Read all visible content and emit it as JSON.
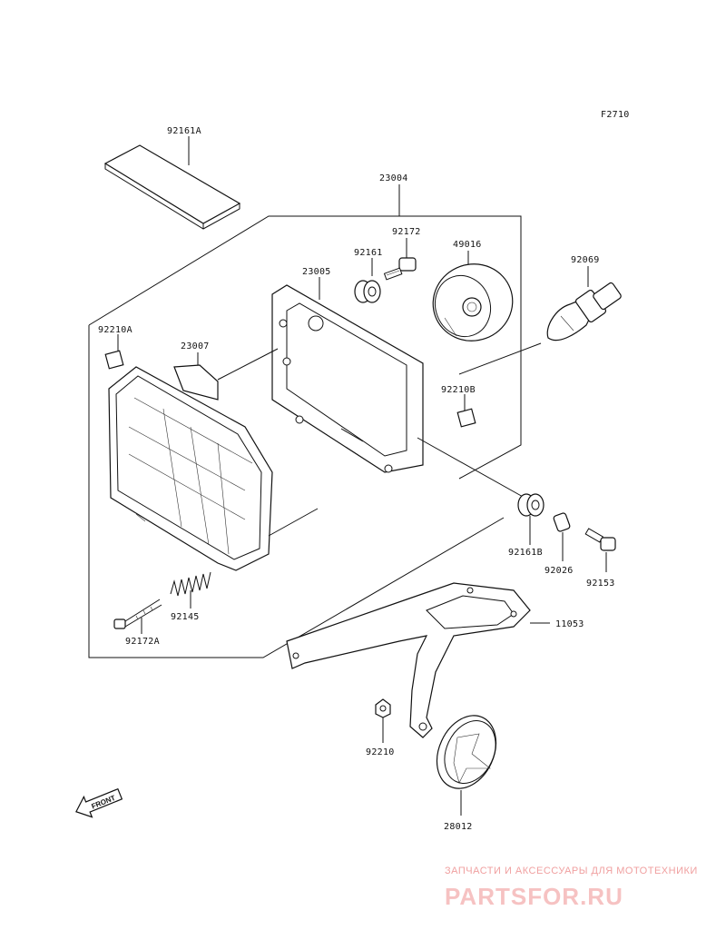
{
  "figure_code": "F2710",
  "parts": {
    "p92161A": "92161A",
    "p23004": "23004",
    "p92172": "92172",
    "p92161": "92161",
    "p49016": "49016",
    "p92069": "92069",
    "p23005": "23005",
    "p92210A": "92210A",
    "p23007": "23007",
    "p92210B": "92210B",
    "p92161B": "92161B",
    "p92026": "92026",
    "p92153": "92153",
    "p92145": "92145",
    "p92172A": "92172A",
    "p11053": "11053",
    "p92210": "92210",
    "p28012": "28012"
  },
  "front_marker": "FRONT",
  "watermark": {
    "caption": "ЗАПЧАСТИ И АКСЕССУАРЫ ДЛЯ МОТОТЕХНИКИ",
    "logo": "PARTSFOR.RU"
  },
  "colors": {
    "line": "#111111",
    "watermark": "#f0a0a0"
  }
}
